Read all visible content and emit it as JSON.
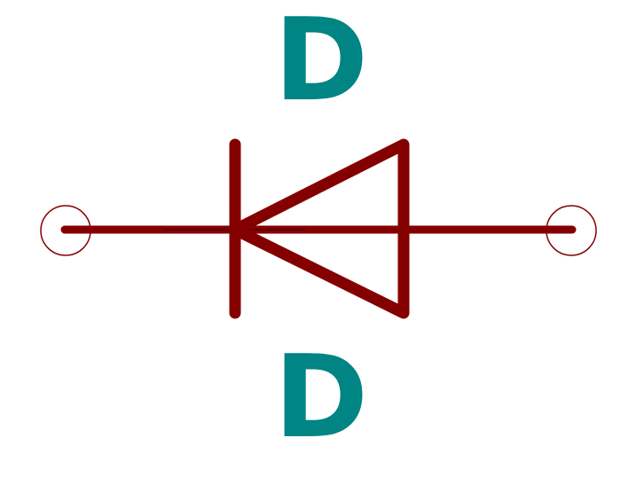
{
  "symbol": {
    "reference": "D",
    "value": "D",
    "colors": {
      "body": "#840000",
      "pin": "#840000",
      "text": "#008484"
    },
    "icon": "diode-symbol"
  }
}
